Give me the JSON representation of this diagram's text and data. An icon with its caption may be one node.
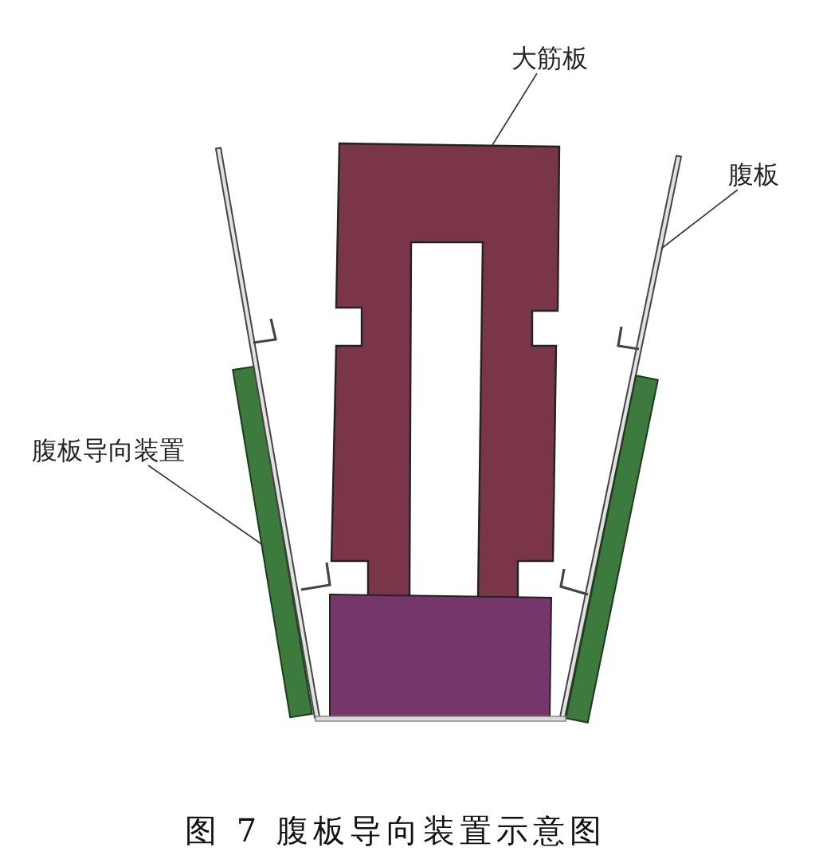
{
  "diagram": {
    "caption": "图 7 腹板导向装置示意图",
    "nodes": [
      {
        "text": [
          "大筋板"
        ]
      },
      {
        "text": [],
        "shape": "box"
      },
      {
        "text": [
          "腹板"
        ]
      },
      {
        "text": [],
        "shape": "bar"
      },
      {
        "text": [
          "腹板导向装置"
        ]
      },
      {
        "text": [],
        "shape": "bar"
      },
      {
        "text": [],
        "shape": "bar"
      },
      {
        "text": [],
        "shape": "bar"
      },
      {
        "text": [],
        "shape": "box"
      },
      {
        "text": [],
        "shape": "bar"
      }
    ],
    "edges": [
      {
        "from": 0,
        "to": 1,
        "arrow": "none"
      },
      {
        "from": 2,
        "to": 3,
        "arrow": "none"
      },
      {
        "from": 4,
        "to": 5,
        "arrow": "none"
      }
    ]
  }
}
